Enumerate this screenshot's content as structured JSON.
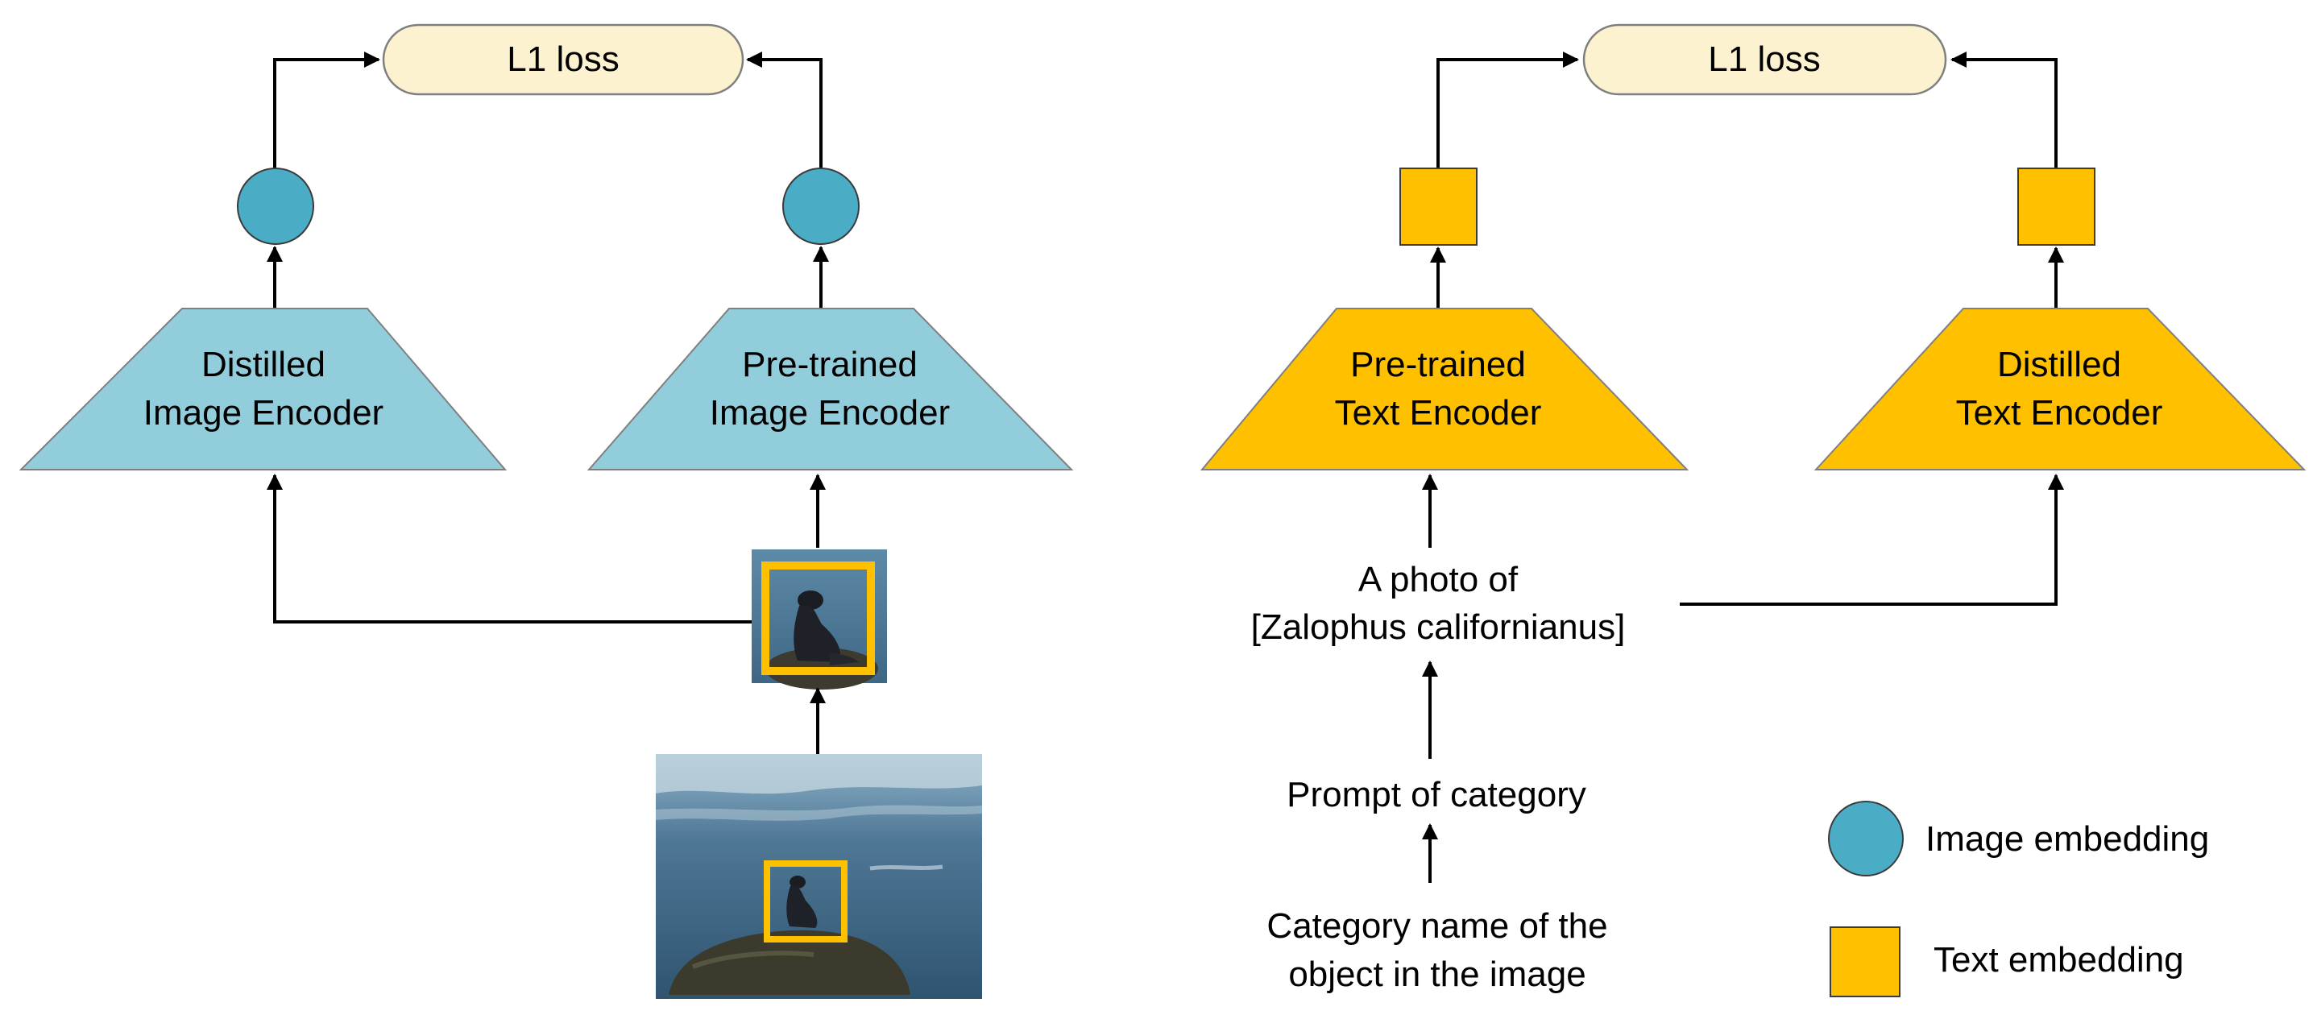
{
  "colors": {
    "loss_fill": "#FDF2D0",
    "image_encoder_fill": "#92CDDC",
    "text_encoder_fill": "#FFC000",
    "image_embedding_fill": "#4BACC6",
    "text_embedding_fill": "#FFC000",
    "crop_box_stroke": "#FFC000"
  },
  "left_panel": {
    "loss_label": "L1 loss",
    "distilled_encoder": {
      "line1": "Distilled",
      "line2": "Image Encoder"
    },
    "pretrained_encoder": {
      "line1": "Pre-trained",
      "line2": "Image Encoder"
    },
    "embedding_icon": "circle",
    "crop_image": "sea-lion-crop",
    "source_image": "sea-lion-on-rock-photo"
  },
  "right_panel": {
    "loss_label": "L1 loss",
    "pretrained_encoder": {
      "line1": "Pre-trained",
      "line2": "Text Encoder"
    },
    "distilled_encoder": {
      "line1": "Distilled",
      "line2": "Text Encoder"
    },
    "embedding_icon": "square",
    "prompt_text": {
      "line1": "A photo of",
      "line2": "[Zalophus californianus]"
    },
    "prompt_of_category": "Prompt of category",
    "category_name": {
      "line1": "Category name of the",
      "line2": "object in the image"
    }
  },
  "legend": {
    "image_embedding": "Image embedding",
    "text_embedding": "Text embedding"
  }
}
